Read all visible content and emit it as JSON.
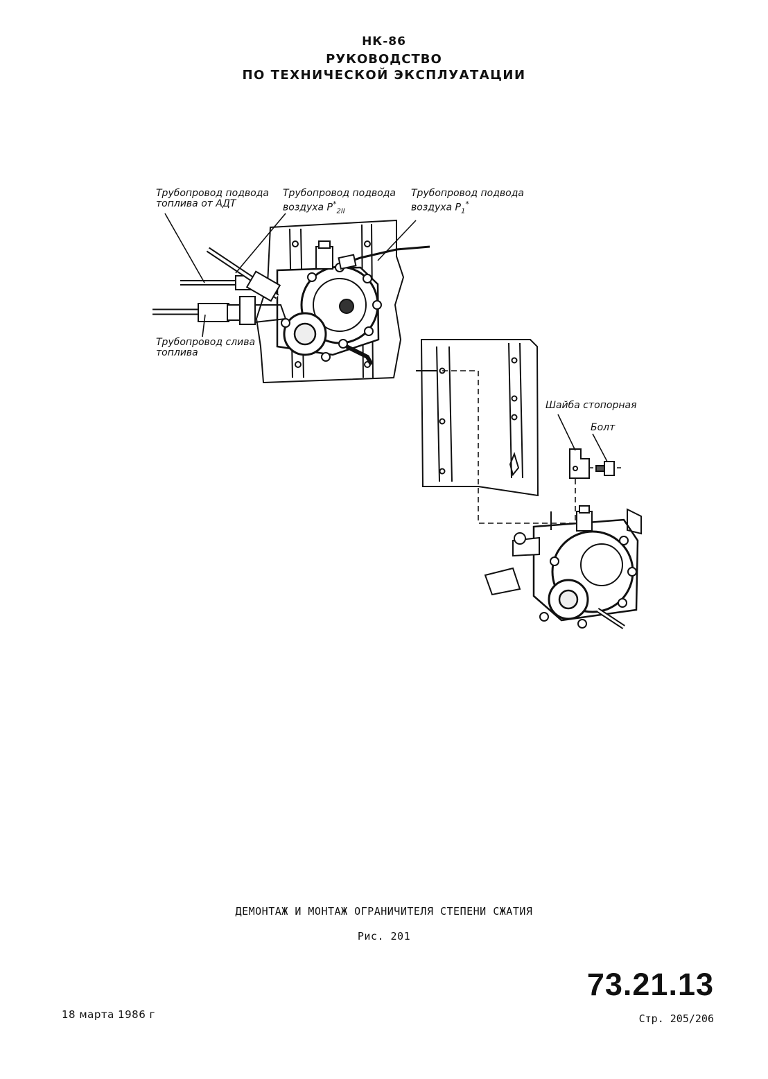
{
  "header": {
    "line1": "НК-86",
    "line2": "РУКОВОДСТВО",
    "line3": "ПО ТЕХНИЧЕСКОЙ ЭКСПЛУАТАЦИИ"
  },
  "callouts": {
    "fuel_supply_line1": "Трубопровод подвода",
    "fuel_supply_line2": "топлива от АДТ",
    "air_p2_line1": "Трубопровод подвода",
    "air_p2_line2": "воздуха P",
    "air_p2_sub": "2II",
    "air_p2_sup": "*",
    "air_p1_line1": "Трубопровод подвода",
    "air_p1_line2": "воздуха P",
    "air_p1_sub": "1",
    "air_p1_sup": "*",
    "drain_line1": "Трубопровод слива",
    "drain_line2": "топлива",
    "lock_washer": "Шайба стопорная",
    "bolt": "Болт"
  },
  "caption": {
    "title": "ДЕМОНТАЖ И МОНТАЖ ОГРАНИЧИТЕЛЯ СТЕПЕНИ СЖАТИЯ",
    "figure": "Рис. 201"
  },
  "footer": {
    "doc_number": "73.21.13",
    "date": "18 марта 1986 г",
    "page": "Стр. 205/206"
  }
}
